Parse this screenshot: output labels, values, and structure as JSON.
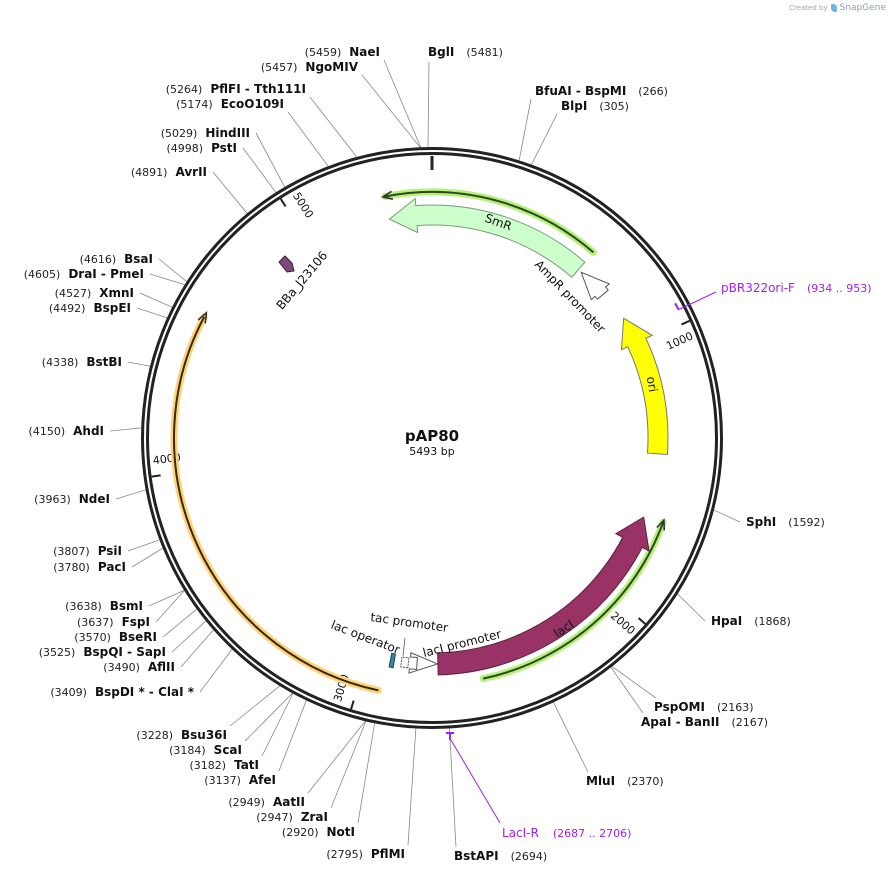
{
  "branding": {
    "created_by": "Created by",
    "brand": "SnapGene"
  },
  "plasmid": {
    "name": "pAP80",
    "length_label": "5493 bp",
    "length_bp": 5493
  },
  "ticks": [
    "1000",
    "2000",
    "3000",
    "4000",
    "5000"
  ],
  "enzymes": [
    {
      "name": "NaeI",
      "pos": "(5459)",
      "bp": 5459
    },
    {
      "name": "NgoMIV",
      "pos": "(5457)",
      "bp": 5457
    },
    {
      "name": "BglI",
      "pos": "(5481)",
      "bp": 5481
    },
    {
      "name": "BfuAI  - BspMI",
      "pos": "(266)",
      "bp": 266
    },
    {
      "name": "BlpI",
      "pos": "(305)",
      "bp": 305
    },
    {
      "name": "PflFI  - Tth111I",
      "pos": "(5264)",
      "bp": 5264
    },
    {
      "name": "EcoO109I",
      "pos": "(5174)",
      "bp": 5174
    },
    {
      "name": "HindIII",
      "pos": "(5029)",
      "bp": 5029
    },
    {
      "name": "PstI",
      "pos": "(4998)",
      "bp": 4998
    },
    {
      "name": "AvrII",
      "pos": "(4891)",
      "bp": 4891
    },
    {
      "name": "BsaI",
      "pos": "(4616)",
      "bp": 4616
    },
    {
      "name": "DraI  - PmeI",
      "pos": "(4605)",
      "bp": 4605
    },
    {
      "name": "XmnI",
      "pos": "(4527)",
      "bp": 4527
    },
    {
      "name": "BspEI",
      "pos": "(4492)",
      "bp": 4492
    },
    {
      "name": "BstBI",
      "pos": "(4338)",
      "bp": 4338
    },
    {
      "name": "AhdI",
      "pos": "(4150)",
      "bp": 4150
    },
    {
      "name": "NdeI",
      "pos": "(3963)",
      "bp": 3963
    },
    {
      "name": "PsiI",
      "pos": "(3807)",
      "bp": 3807
    },
    {
      "name": "PacI",
      "pos": "(3780)",
      "bp": 3780
    },
    {
      "name": "BsmI",
      "pos": "(3638)",
      "bp": 3638
    },
    {
      "name": "FspI",
      "pos": "(3637)",
      "bp": 3637
    },
    {
      "name": "BseRI",
      "pos": "(3570)",
      "bp": 3570
    },
    {
      "name": "BspQI  - SapI",
      "pos": "(3525)",
      "bp": 3525
    },
    {
      "name": "AflII",
      "pos": "(3490)",
      "bp": 3490
    },
    {
      "name": "BspDI *  - ClaI *",
      "pos": "(3409)",
      "bp": 3409
    },
    {
      "name": "Bsu36I",
      "pos": "(3228)",
      "bp": 3228
    },
    {
      "name": "ScaI",
      "pos": "(3184)",
      "bp": 3184
    },
    {
      "name": "TatI",
      "pos": "(3182)",
      "bp": 3182
    },
    {
      "name": "AfeI",
      "pos": "(3137)",
      "bp": 3137
    },
    {
      "name": "AatII",
      "pos": "(2949)",
      "bp": 2949
    },
    {
      "name": "ZraI",
      "pos": "(2947)",
      "bp": 2947
    },
    {
      "name": "NotI",
      "pos": "(2920)",
      "bp": 2920
    },
    {
      "name": "PflMI",
      "pos": "(2795)",
      "bp": 2795
    },
    {
      "name": "BstAPI",
      "pos": "(2694)",
      "bp": 2694
    },
    {
      "name": "MluI",
      "pos": "(2370)",
      "bp": 2370
    },
    {
      "name": "ApaI  - BanII",
      "pos": "(2167)",
      "bp": 2167
    },
    {
      "name": "PspOMI",
      "pos": "(2163)",
      "bp": 2163
    },
    {
      "name": "HpaI",
      "pos": "(1868)",
      "bp": 1868
    },
    {
      "name": "SphI",
      "pos": "(1592)",
      "bp": 1592
    }
  ],
  "features": [
    {
      "name": "SmR",
      "color": "#ccffcc"
    },
    {
      "name": "AmpR promoter",
      "color": "#ffffff"
    },
    {
      "name": "ori",
      "color": "#ffff00"
    },
    {
      "name": "lacI",
      "color": "#993366"
    },
    {
      "name": "lacI promoter",
      "color": "#ffffff"
    },
    {
      "name": "tac promoter",
      "color": "#ffffff"
    },
    {
      "name": "lac operator",
      "color": "#31849b"
    },
    {
      "name": "BBa_J23106",
      "color": "#7b4a7b"
    }
  ],
  "primers": [
    {
      "name": "pBR322ori-F",
      "range": "(934 .. 953)",
      "color": "#a020f0"
    },
    {
      "name": "LacI-R",
      "range": "(2687 .. 2706)",
      "color": "#a020f0"
    }
  ]
}
